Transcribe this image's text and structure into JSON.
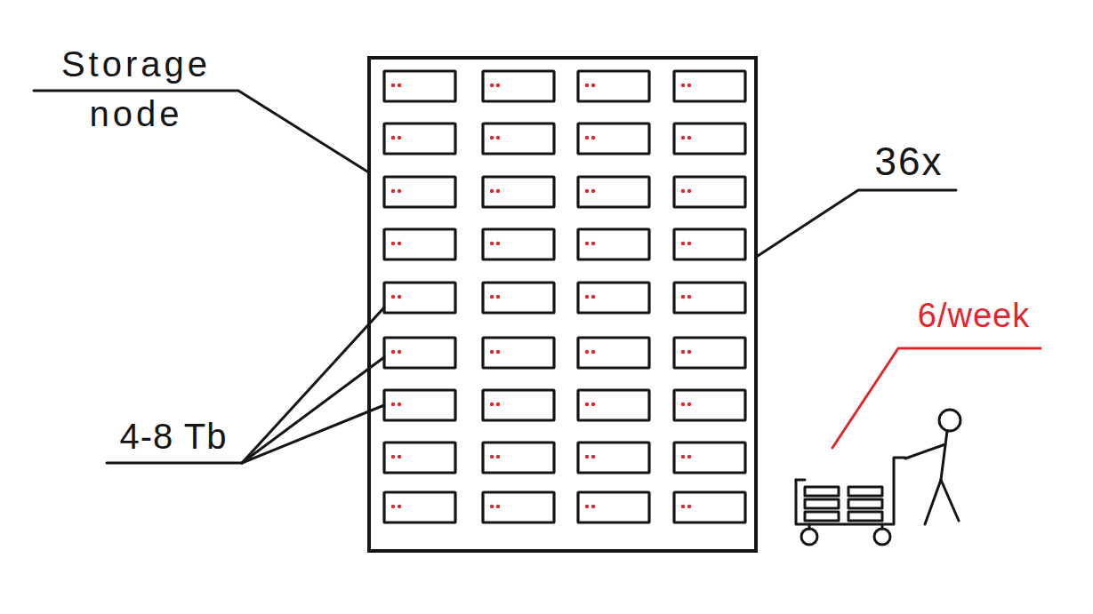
{
  "diagram": {
    "labels": [
      "Storage node",
      "36x",
      "4-8 Tb",
      "6/week"
    ]
  }
}
